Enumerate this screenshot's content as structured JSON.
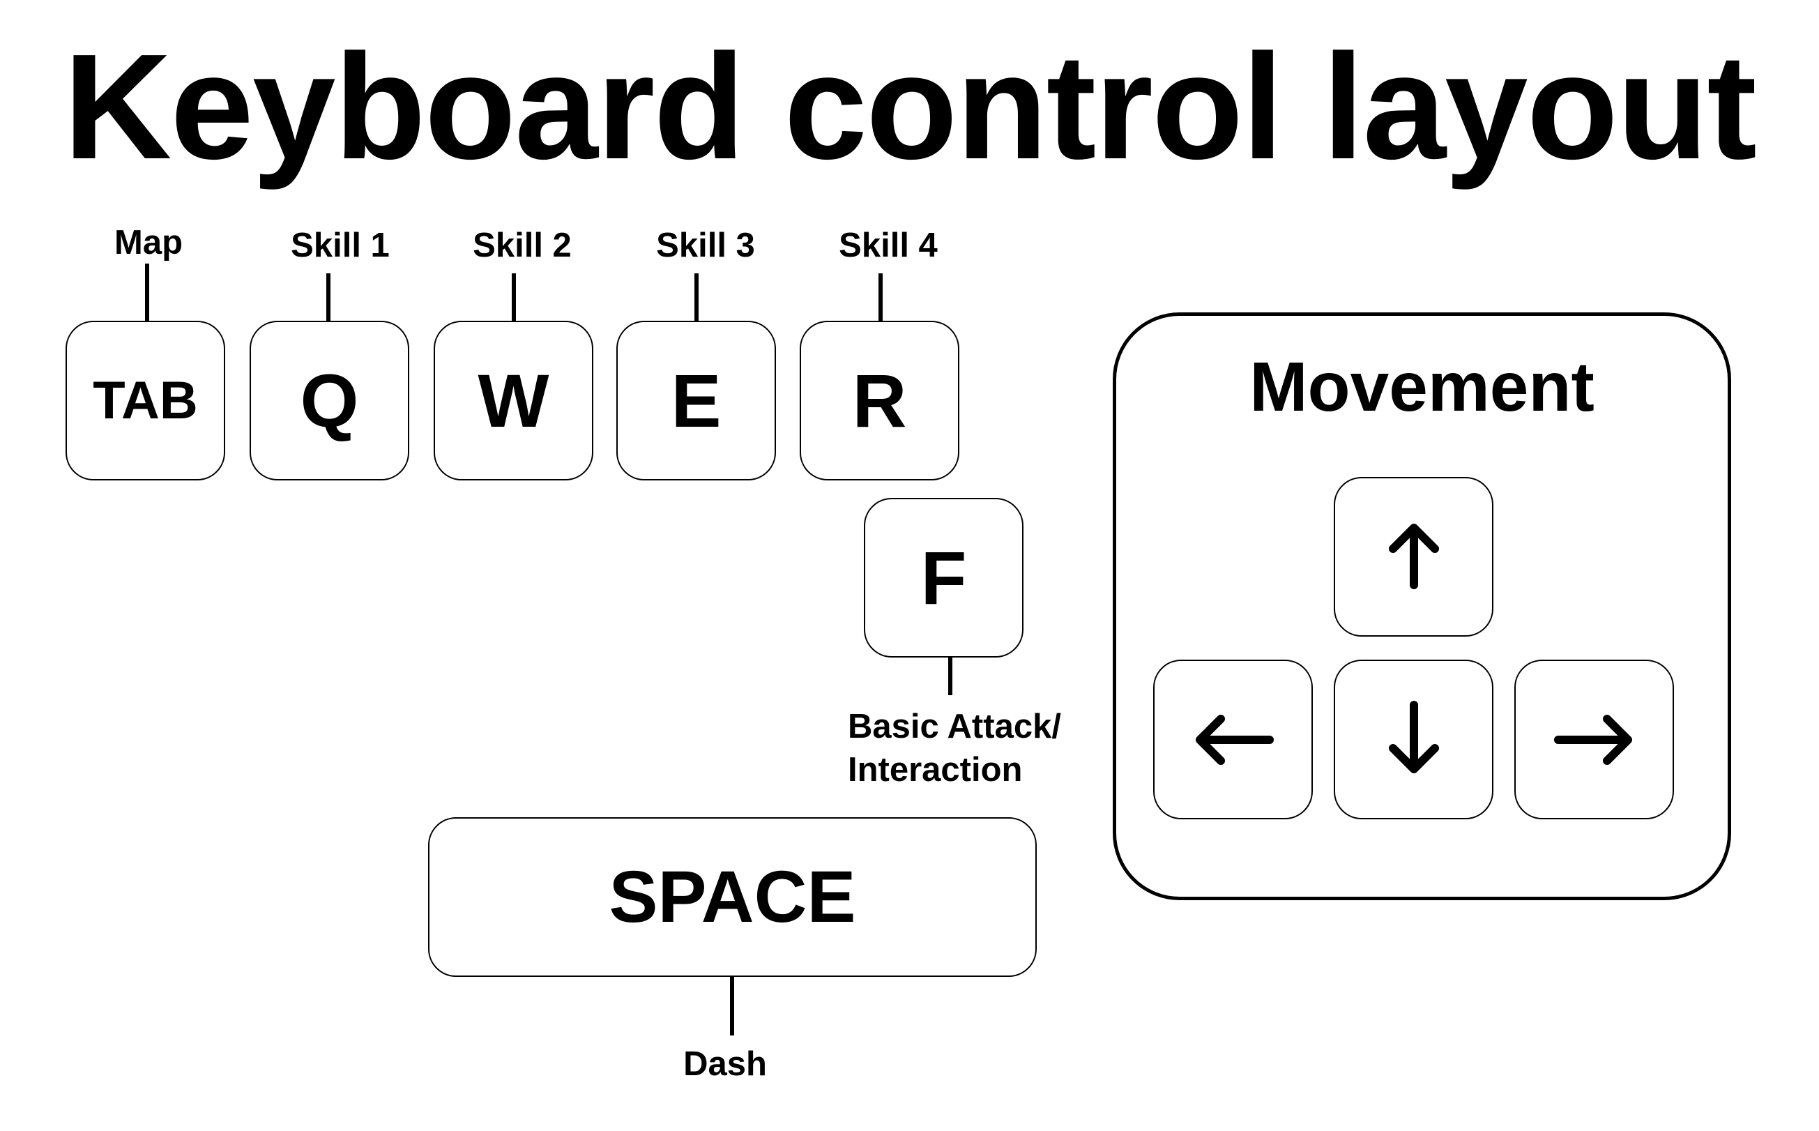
{
  "title": "Keyboard control layout",
  "keys": {
    "tab": {
      "label": "TAB",
      "action": "Map"
    },
    "q": {
      "label": "Q",
      "action": "Skill 1"
    },
    "w": {
      "label": "W",
      "action": "Skill 2"
    },
    "e": {
      "label": "E",
      "action": "Skill 3"
    },
    "r": {
      "label": "R",
      "action": "Skill 4"
    },
    "f": {
      "label": "F",
      "action_line1": "Basic Attack/",
      "action_line2": "Interaction"
    },
    "space": {
      "label": "SPACE",
      "action": "Dash"
    }
  },
  "movement": {
    "title": "Movement",
    "arrows": [
      "up-arrow-icon",
      "left-arrow-icon",
      "down-arrow-icon",
      "right-arrow-icon"
    ]
  },
  "colors": {
    "background": "#ffffff",
    "ink": "#000000"
  }
}
